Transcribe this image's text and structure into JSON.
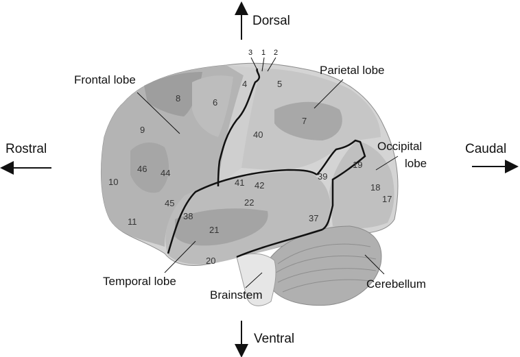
{
  "directions": {
    "dorsal": "Dorsal",
    "ventral": "Ventral",
    "rostral": "Rostral",
    "caudal": "Caudal"
  },
  "labels": {
    "frontal": "Frontal lobe",
    "parietal": "Parietal lobe",
    "occipital_1": "Occipital",
    "occipital_2": "lobe",
    "temporal": "Temporal lobe",
    "brainstem": "Brainstem",
    "cerebellum": "Cerebellum"
  },
  "areas": {
    "a1": "1",
    "a2": "2",
    "a3": "3",
    "a4": "4",
    "a5": "5",
    "a6": "6",
    "a7": "7",
    "a8": "8",
    "a9": "9",
    "a10": "10",
    "a11": "11",
    "a17": "17",
    "a18": "18",
    "a19": "19",
    "a20": "20",
    "a21": "21",
    "a22": "22",
    "a37": "37",
    "a38": "38",
    "a39": "39",
    "a40": "40",
    "a41": "41",
    "a42": "42",
    "a44": "44",
    "a45": "45",
    "a46": "46"
  },
  "colors": {
    "brain_light": "#d6d6d6",
    "brain_mid": "#b9b9b9",
    "brain_dark": "#9d9d9d",
    "outline": "#111111"
  }
}
